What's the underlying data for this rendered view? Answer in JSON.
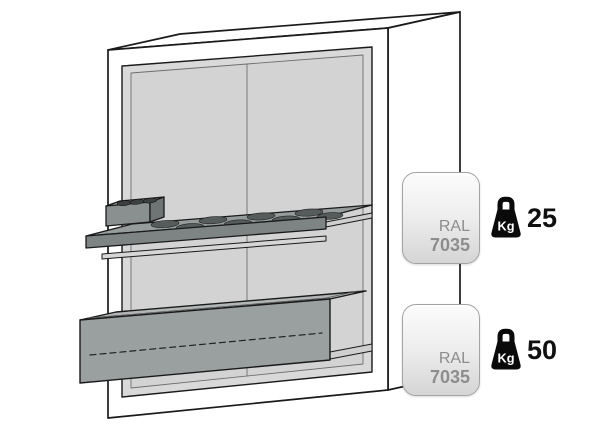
{
  "specs": [
    {
      "ral": {
        "prefix": "RAL",
        "code": "7035"
      },
      "load": {
        "unit": "Kg",
        "value": "25"
      }
    },
    {
      "ral": {
        "prefix": "RAL",
        "code": "7035"
      },
      "load": {
        "unit": "Kg",
        "value": "50"
      }
    }
  ],
  "colors": {
    "badge_border": "#a3a3a3",
    "badge_text": "#8d8d8d",
    "badge_gradient_top": "#fcfcfc",
    "badge_gradient_bottom": "#d5d5d5",
    "weight_icon_black": "#0a0a0a",
    "value_text": "#101010",
    "outline": "#1a1a1a",
    "cabinet_interior_gray": "#d9d9d9",
    "shelf_gray": "#969c9c",
    "sump_gray": "#9aa0a0"
  }
}
